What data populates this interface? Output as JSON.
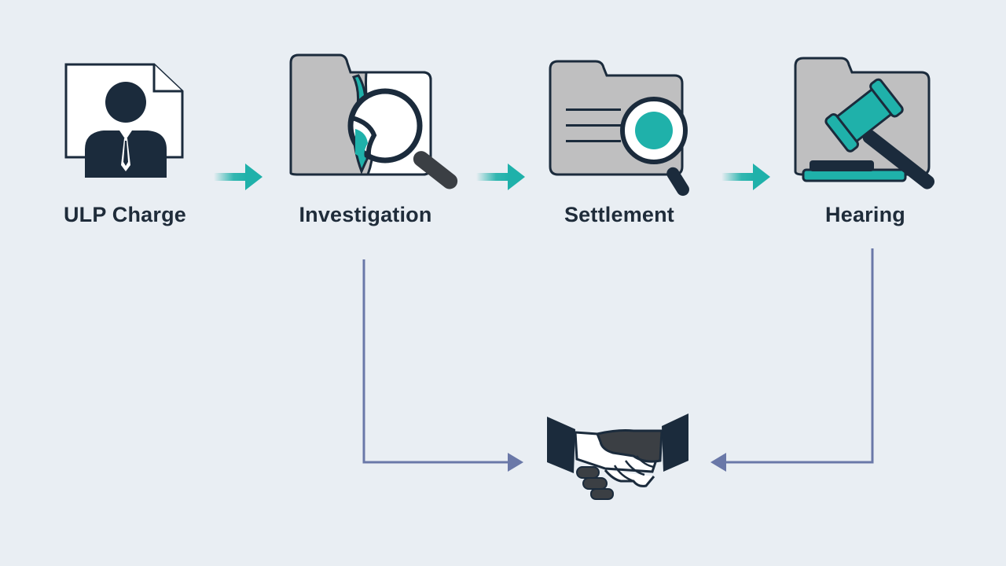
{
  "steps": [
    {
      "label": "ULP Charge",
      "icon": "person-document-icon"
    },
    {
      "label": "Investigation",
      "icon": "folder-magnifier-icon"
    },
    {
      "label": "Settlement",
      "icon": "folder-document-magnifier-icon"
    },
    {
      "label": "Hearing",
      "icon": "folder-gavel-icon"
    }
  ],
  "outcome": {
    "icon": "handshake-icon"
  },
  "colors": {
    "background": "#e9eef3",
    "navy": "#1b2b3c",
    "teal": "#1fb1aa",
    "folder_gray": "#bfbfc0",
    "connector": "#6a78a8"
  }
}
